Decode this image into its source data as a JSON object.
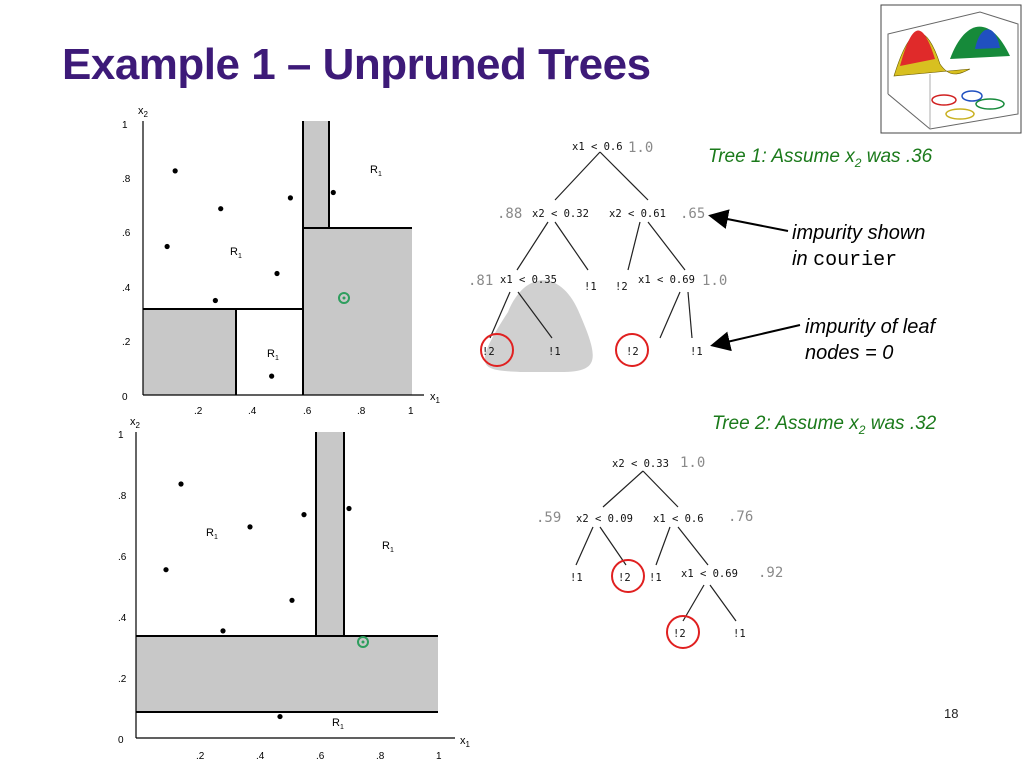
{
  "slide": {
    "title": "Example 1 – Unpruned Trees",
    "page_number": "18"
  },
  "plot1": {
    "y_axis": "x",
    "y_axis_sub": "2",
    "x_axis": "x",
    "x_axis_sub": "1",
    "x_ticks": [
      ".2",
      ".4",
      ".6",
      ".8",
      "1"
    ],
    "y_ticks": [
      ".2",
      ".4",
      ".6",
      ".8",
      "1"
    ],
    "origin": "0",
    "region_label": "R",
    "region_sub": "1",
    "points": [
      [
        0.12,
        0.83
      ],
      [
        0.09,
        0.55
      ],
      [
        0.29,
        0.69
      ],
      [
        0.27,
        0.35
      ],
      [
        0.5,
        0.45
      ],
      [
        0.55,
        0.73
      ],
      [
        0.71,
        0.75
      ],
      [
        0.48,
        0.07
      ]
    ]
  },
  "plot2": {
    "y_axis": "x",
    "y_axis_sub": "2",
    "x_axis": "x",
    "x_axis_sub": "1",
    "x_ticks": [
      ".2",
      ".4",
      ".6",
      ".8",
      "1"
    ],
    "y_ticks": [
      ".2",
      ".4",
      ".6",
      ".8",
      "1"
    ],
    "origin": "0",
    "region_label": "R",
    "region_sub": "1",
    "points": [
      [
        0.15,
        0.83
      ],
      [
        0.1,
        0.55
      ],
      [
        0.38,
        0.69
      ],
      [
        0.29,
        0.35
      ],
      [
        0.52,
        0.45
      ],
      [
        0.56,
        0.73
      ],
      [
        0.71,
        0.75
      ],
      [
        0.48,
        0.07
      ]
    ]
  },
  "tree1": {
    "caption": "Tree 1: Assume x",
    "caption_sub": "2",
    "caption_end": " was .36",
    "nodes": {
      "root": "x1 < 0.6",
      "left": "x2 < 0.32",
      "right": "x2 < 0.61",
      "left_left": "x1 < 0.35",
      "right_right": "x1 < 0.69"
    },
    "impurities": {
      "root": "1.0",
      "left": ".88",
      "right": ".65",
      "left_left": ".81",
      "right_right": "1.0"
    },
    "leaves": [
      "!2",
      "!1",
      "!1",
      "!2",
      "!2",
      "!1"
    ]
  },
  "tree2": {
    "caption": "Tree 2: Assume x",
    "caption_sub": "2",
    "caption_end": " was .32",
    "nodes": {
      "root": "x2 < 0.33",
      "left": "x2 < 0.09",
      "right": "x1 < 0.6",
      "right_right": "x1 < 0.69"
    },
    "impurities": {
      "root": "1.0",
      "left": ".59",
      "right": ".76",
      "right_right": ".92"
    },
    "leaves": [
      "!1",
      "!2",
      "!1",
      "!2",
      "!1"
    ]
  },
  "annotations": {
    "impurity_shown_line1": "impurity shown",
    "impurity_shown_line2": "in ",
    "impurity_shown_mono": "courier",
    "leaf_line1": "impurity of leaf",
    "leaf_line2": "nodes = 0"
  },
  "colors": {
    "title": "#3d1a78",
    "caption": "#1b7a1b",
    "highlight_circle": "#e02020",
    "point_marker": "#2e9e5e",
    "shaded_region": "#c8c8c8"
  }
}
